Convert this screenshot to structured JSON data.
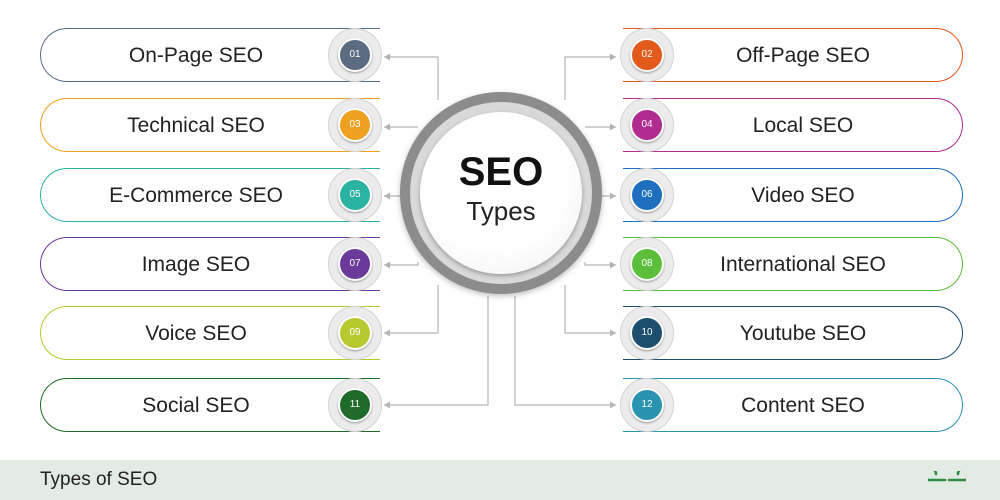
{
  "hub": {
    "title": "SEO",
    "subtitle": "Types"
  },
  "items": [
    {
      "num": "01",
      "label": "On-Page SEO",
      "color": "#5b6c80"
    },
    {
      "num": "02",
      "label": "Off-Page SEO",
      "color": "#e25a1c"
    },
    {
      "num": "03",
      "label": "Technical SEO",
      "color": "#eea020"
    },
    {
      "num": "04",
      "label": "Local SEO",
      "color": "#b02c8e"
    },
    {
      "num": "05",
      "label": "E-Commerce SEO",
      "color": "#2bb3a1"
    },
    {
      "num": "06",
      "label": "Video SEO",
      "color": "#1f6fbf"
    },
    {
      "num": "07",
      "label": "Image SEO",
      "color": "#6a3a9a"
    },
    {
      "num": "08",
      "label": "International SEO",
      "color": "#5cbf3c"
    },
    {
      "num": "09",
      "label": "Voice SEO",
      "color": "#b8c930"
    },
    {
      "num": "10",
      "label": "Youtube SEO",
      "color": "#1d4e6e"
    },
    {
      "num": "11",
      "label": "Social SEO",
      "color": "#1f6b2a"
    },
    {
      "num": "12",
      "label": "Content SEO",
      "color": "#2a93b0"
    }
  ],
  "connector_color": "#b3b3b3",
  "footer": {
    "label": "Types of SEO",
    "logo": "geeksforgeeks-logo",
    "logo_color": "#2f8d46"
  }
}
